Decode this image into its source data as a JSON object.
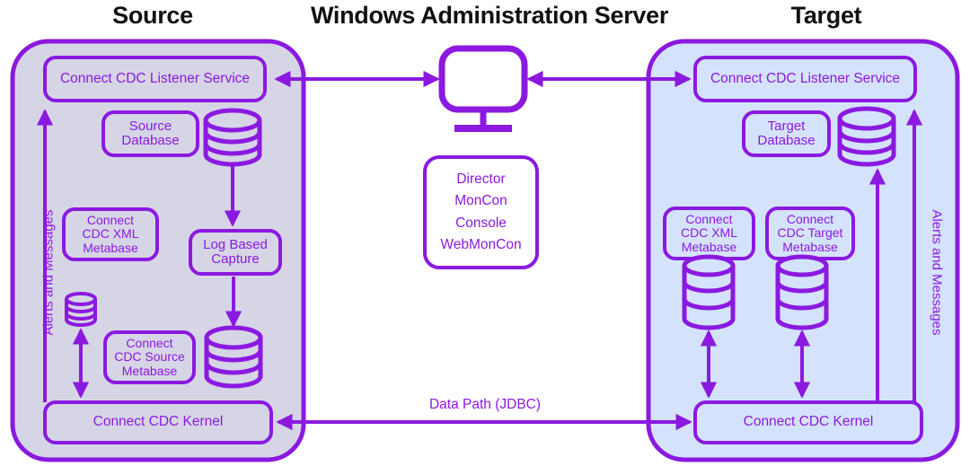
{
  "diagram": {
    "titles": {
      "source": "Source",
      "center": "Windows Administration Server",
      "target": "Target"
    },
    "colors": {
      "stroke": "#8b19e0",
      "source_fill": "#d6d5e5",
      "target_fill": "#d4e3fb",
      "title_text": "#111111",
      "label_text": "#8b19e0",
      "page_background": "#ffffff"
    },
    "source_panel": {
      "name": "Source",
      "nodes": [
        {
          "id": "src-listener",
          "label": "Connect CDC Listener Service",
          "shape": "rounded-box"
        },
        {
          "id": "src-database",
          "label": "Source\nDatabase",
          "shape": "rounded-box"
        },
        {
          "id": "src-db-cylinder",
          "label": "",
          "shape": "cylinder-large"
        },
        {
          "id": "src-xml-metabase",
          "label": "Connect\nCDC XML\nMetabase",
          "shape": "rounded-box"
        },
        {
          "id": "src-log-capture",
          "label": "Log Based\nCapture",
          "shape": "rounded-box"
        },
        {
          "id": "src-small-cylinder",
          "label": "",
          "shape": "cylinder-small"
        },
        {
          "id": "src-source-metabase",
          "label": "Connect\nCDC Source\nMetabase",
          "shape": "rounded-box"
        },
        {
          "id": "src-capture-cylinder",
          "label": "",
          "shape": "cylinder-large"
        },
        {
          "id": "src-kernel",
          "label": "Connect CDC Kernel",
          "shape": "rounded-box"
        }
      ],
      "side_label": "Alerts and Messages"
    },
    "center_panel": {
      "monitor_icon": "monitor-icon",
      "tools_box": {
        "lines": [
          "Director",
          "MonCon",
          "Console",
          "WebMonCon"
        ]
      }
    },
    "target_panel": {
      "name": "Target",
      "nodes": [
        {
          "id": "tgt-listener",
          "label": "Connect CDC Listener Service",
          "shape": "rounded-box"
        },
        {
          "id": "tgt-database",
          "label": "Target\nDatabase",
          "shape": "rounded-box"
        },
        {
          "id": "tgt-db-cylinder",
          "label": "",
          "shape": "cylinder-large"
        },
        {
          "id": "tgt-xml-metabase",
          "label": "Connect\nCDC XML\nMetabase",
          "shape": "rounded-box"
        },
        {
          "id": "tgt-target-metabase",
          "label": "Connect\nCDC Target\nMetabase",
          "shape": "rounded-box"
        },
        {
          "id": "tgt-xml-cylinder",
          "label": "",
          "shape": "cylinder-large"
        },
        {
          "id": "tgt-target-cylinder",
          "label": "",
          "shape": "cylinder-large"
        },
        {
          "id": "tgt-kernel",
          "label": "Connect CDC Kernel",
          "shape": "rounded-box"
        }
      ],
      "side_label": "Alerts and Messages"
    },
    "connections": {
      "data_path_label": "Data Path (JDBC)"
    }
  }
}
